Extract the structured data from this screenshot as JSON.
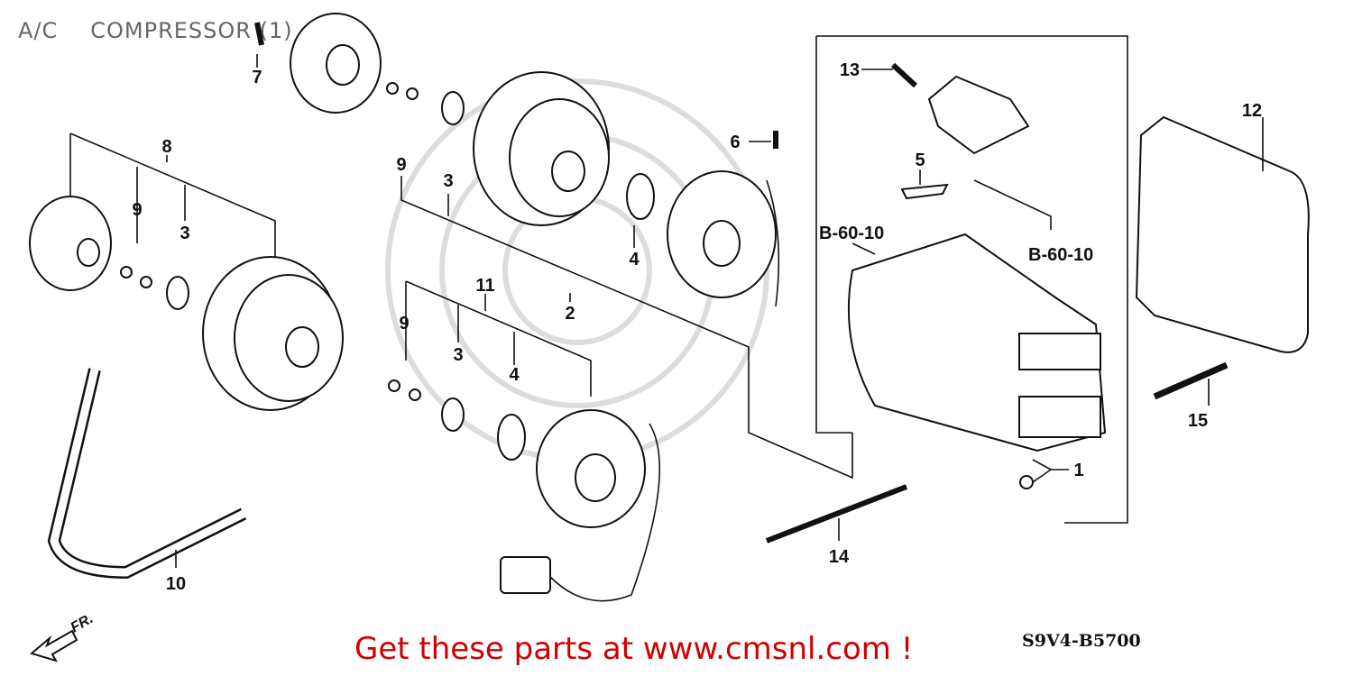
{
  "title": {
    "prefix": "A/C",
    "name": "COMPRESSOR (1)"
  },
  "callouts": {
    "p1": "1",
    "p2": "2",
    "p3a": "3",
    "p3b": "3",
    "p3c": "3",
    "p4a": "4",
    "p4b": "4",
    "p5": "5",
    "p6": "6",
    "p7": "7",
    "p8": "8",
    "p9a": "9",
    "p9b": "9",
    "p9c": "9",
    "p10": "10",
    "p11": "11",
    "p12": "12",
    "p13": "13",
    "p14": "14",
    "p15": "15"
  },
  "refs": {
    "left": "B-60-10",
    "right": "B-60-10"
  },
  "direction_label": "FR.",
  "footer": {
    "promo": "Get these parts at www.cmsnl.com !",
    "diagram_code": "S9V4-B5700"
  }
}
